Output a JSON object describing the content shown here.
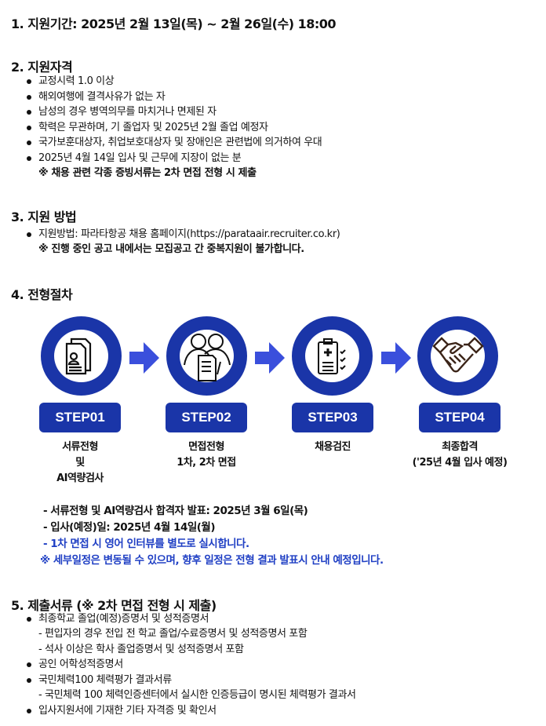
{
  "s1": {
    "title": "1. 지원기간: 2025년 2월 13일(목) ~ 2월 26일(수) 18:00"
  },
  "s2": {
    "title": "2. 지원자격",
    "items": [
      "교정시력 1.0 이상",
      "해외여행에 결격사유가 없는 자",
      "남성의 경우 병역의무를 마치거나 면제된 자",
      "학력은 무관하며, 기 졸업자 및 2025년 2월 졸업 예정자",
      "국가보훈대상자, 취업보호대상자 및 장애인은 관련법에 의거하여 우대",
      "2025년 4월 14일 입사 및 근무에 지장이 없는 분"
    ],
    "note": "※ 채용 관련 각종 증빙서류는 2차 면접 전형 시 제출"
  },
  "s3": {
    "title": "3. 지원 방법",
    "items": [
      "지원방법: 파라타항공 채용 홈페이지(https://parataair.recruiter.co.kr)"
    ],
    "note": "※ 진행 중인 공고 내에서는 모집공고 간 중복지원이 불가합니다."
  },
  "s4": {
    "title": "4. 전형절차",
    "steps": [
      {
        "step": "STEP01",
        "icon": "document-person-icon",
        "lines": [
          "서류전형",
          "및",
          "AI역량검사"
        ]
      },
      {
        "step": "STEP02",
        "icon": "interview-icon",
        "lines": [
          "면접전형",
          "1차, 2차 면접"
        ]
      },
      {
        "step": "STEP03",
        "icon": "clipboard-medical-icon",
        "lines": [
          "채용검진"
        ]
      },
      {
        "step": "STEP04",
        "icon": "handshake-icon",
        "lines": [
          "최종합격",
          "('25년 4월 입사 예정)"
        ]
      }
    ],
    "notes": [
      "- 서류전형 및 AI역량검사 합격자 발표: 2025년 3월 6일(목)",
      "- 입사(예정)일: 2025년 4월 14일(월)",
      "- 1차 면접 시 영어 인터뷰를 별도로 실시합니다.",
      "※ 세부일정은 변동될 수 있으며, 향후 일정은 전형 결과 발표시 안내 예정입니다."
    ],
    "colors": {
      "primary": "#1a35a8",
      "arrow": "#3a4fdc",
      "note_blue": "#1f3fc4"
    }
  },
  "s5": {
    "title": "5. 제출서류 (※ 2차 면접 전형 시 제출)",
    "items": [
      "최종학교 졸업(예정)증명서 및 성적증명서",
      "- 편입자의 경우 전입 전 학교 졸업/수료증명서 및 성적증명서 포함",
      "- 석사 이상은 학사 졸업증명서 및 성적증명서 포함",
      "공인 어학성적증명서",
      "국민체력100 체력평가 결과서류",
      "- 국민체력 100 체력인증센터에서 실시한 인증등급이 명시된 체력평가 결과서",
      "입사지원서에 기재한 기타 자격증 및 확인서"
    ]
  }
}
